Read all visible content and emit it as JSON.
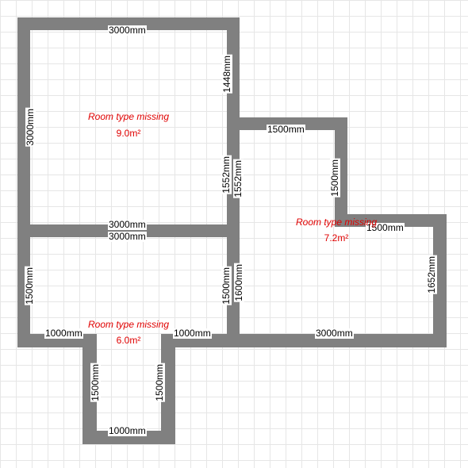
{
  "rooms": [
    {
      "name": "Room type missing",
      "area": "9.0m²"
    },
    {
      "name": "Room type missing",
      "area": "7.2m²"
    },
    {
      "name": "Room type missing",
      "area": "6.0m²"
    }
  ],
  "dimensions": {
    "top_room_top": "3000mm",
    "top_room_left": "3000mm",
    "top_room_right_upper": "1448mm",
    "top_room_right_lower": "1552mm",
    "shared_wall_upper_label": "3000mm",
    "shared_wall_lower_label": "3000mm",
    "right_room_top": "1500mm",
    "right_room_inner_left": "1552mm",
    "right_room_step_vertical": "1500mm",
    "right_room_step_horizontal": "1500mm",
    "right_room_right": "1652mm",
    "right_room_bottom": "3000mm",
    "right_room_left_lower": "1600mm",
    "bottom_room_left": "1500mm",
    "bottom_room_right": "1500mm",
    "bottom_room_bottom_left": "1000mm",
    "bottom_room_bottom_right": "1000mm",
    "alcove_left": "1500mm",
    "alcove_right": "1500mm",
    "alcove_bottom": "1000mm"
  },
  "colors": {
    "wall": "#808080",
    "room_label": "#e00000",
    "grid": "#e6e6e6"
  }
}
